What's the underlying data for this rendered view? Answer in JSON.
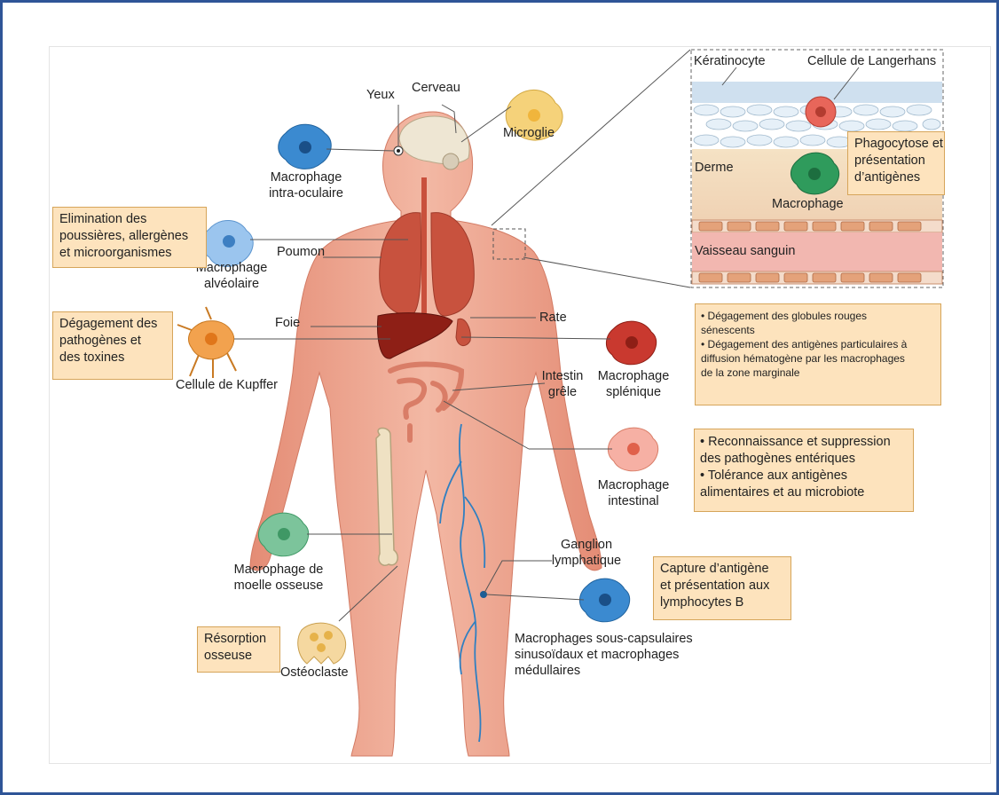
{
  "labels": {
    "yeux": "Yeux",
    "cerveau": "Cerveau",
    "microglie": "Microglie",
    "macrophage_intraoc_1": "Macrophage",
    "macrophage_intraoc_2": "intra-oculaire",
    "poumon": "Poumon",
    "macrophage_alv_1": "Macrophage",
    "macrophage_alv_2": "alvéolaire",
    "foie": "Foie",
    "rate": "Rate",
    "kupffer": "Cellule de Kupffer",
    "intestin_1": "Intestin",
    "intestin_2": "grêle",
    "macrophage_splen_1": "Macrophage",
    "macrophage_splen_2": "splénique",
    "macrophage_intest_1": "Macrophage",
    "macrophage_intest_2": "intestinal",
    "moelle_1": "Macrophage de",
    "moelle_2": "moelle osseuse",
    "ganglion_1": "Ganglion",
    "ganglion_2": "lymphatique",
    "sous_caps_1": "Macrophages sous-capsulaires",
    "sous_caps_2": "sinusoïdaux et macrophages",
    "sous_caps_3": "médullaires",
    "osteoclaste": "Ostéoclaste",
    "keratinocyte": "Kératinocyte",
    "langerhans": "Cellule de Langerhans",
    "derme": "Derme",
    "macrophage_derme": "Macrophage",
    "vaisseau": "Vaisseau sanguin"
  },
  "boxes": {
    "elimination": [
      "Elimination des",
      "poussières, allergènes",
      "et microorganismes"
    ],
    "degagement_path": [
      "Dégagement des",
      "pathogènes et",
      "des toxines"
    ],
    "resorption": [
      "Résorption",
      "osseuse"
    ],
    "phagocytose": [
      "Phagocytose et",
      "présentation",
      "d’antigènes"
    ],
    "rate_info": [
      "• Dégagement des globules rouges",
      "   sénescents",
      "• Dégagement des antigènes particulaires à",
      "diffusion hématogène par les macrophages",
      "de la zone marginale"
    ],
    "intestin_info": [
      "• Reconnaissance et suppression",
      "des pathogènes entériques",
      "• Tolérance aux antigènes",
      "alimentaires et au microbiote"
    ],
    "capture": [
      "Capture d’antigène",
      "et présentation aux",
      "lymphocytes  B"
    ]
  },
  "colors": {
    "frame": "#2f5597",
    "box_fill": "#fde3bd",
    "box_border": "#d6a55a",
    "skin": "#e9a08a",
    "organ": "#c8523e",
    "liver": "#8e1f16"
  }
}
